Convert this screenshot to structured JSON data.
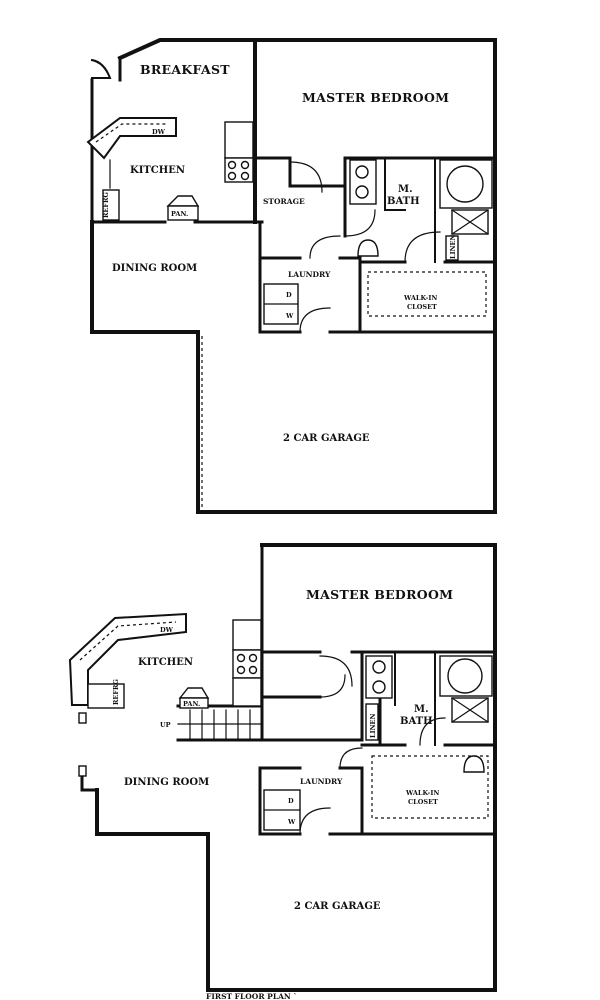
{
  "plan_top": {
    "breakfast": "BREAKFAST",
    "master_bedroom": "MASTER BEDROOM",
    "kitchen": "KITCHEN",
    "storage": "STORAGE",
    "m_bath_line1": "M.",
    "m_bath_line2": "BATH",
    "refrig": "REFRG",
    "pantry": "PAN.",
    "dw": "DW",
    "linen": "LINEN",
    "dining_room": "DINING ROOM",
    "laundry": "LAUNDRY",
    "dryer": "D",
    "washer": "W",
    "walk_in_line1": "WALK-IN",
    "walk_in_line2": "CLOSET",
    "garage": "2 CAR GARAGE"
  },
  "plan_bottom": {
    "master_bedroom": "MASTER BEDROOM",
    "kitchen": "KITCHEN",
    "dw": "DW",
    "refrig": "REFRG",
    "pantry": "PAN.",
    "up": "UP",
    "m_bath_line1": "M.",
    "m_bath_line2": "BATH",
    "linen": "LINEN",
    "dining_room": "DINING ROOM",
    "laundry": "LAUNDRY",
    "dryer": "D",
    "washer": "W",
    "walk_in_line1": "WALK-IN",
    "walk_in_line2": "CLOSET",
    "garage": "2 CAR GARAGE"
  },
  "caption": "FIRST FLOOR PLAN `"
}
